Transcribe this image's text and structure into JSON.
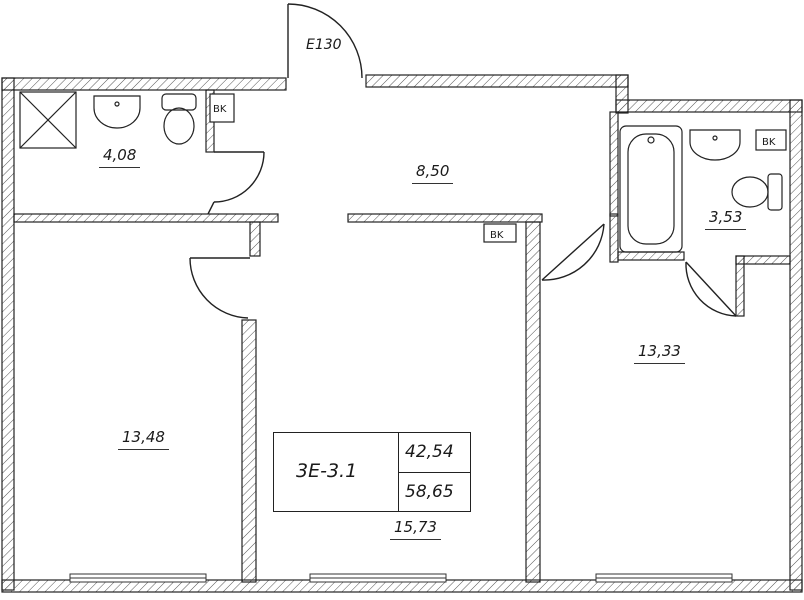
{
  "entrance_label": "E130",
  "rooms": {
    "bathroom_1": "4,08",
    "hallway": "8,50",
    "bathroom_2": "3,53",
    "bedroom_left": "13,48",
    "bedroom_right": "13,33",
    "living_room": "15,73"
  },
  "vent_label": "BK",
  "apartment": {
    "code": "3E-3.1",
    "living_area": "42,54",
    "total_area": "58,65"
  },
  "colors": {
    "wall": "#222222",
    "hatch": "#555555"
  }
}
